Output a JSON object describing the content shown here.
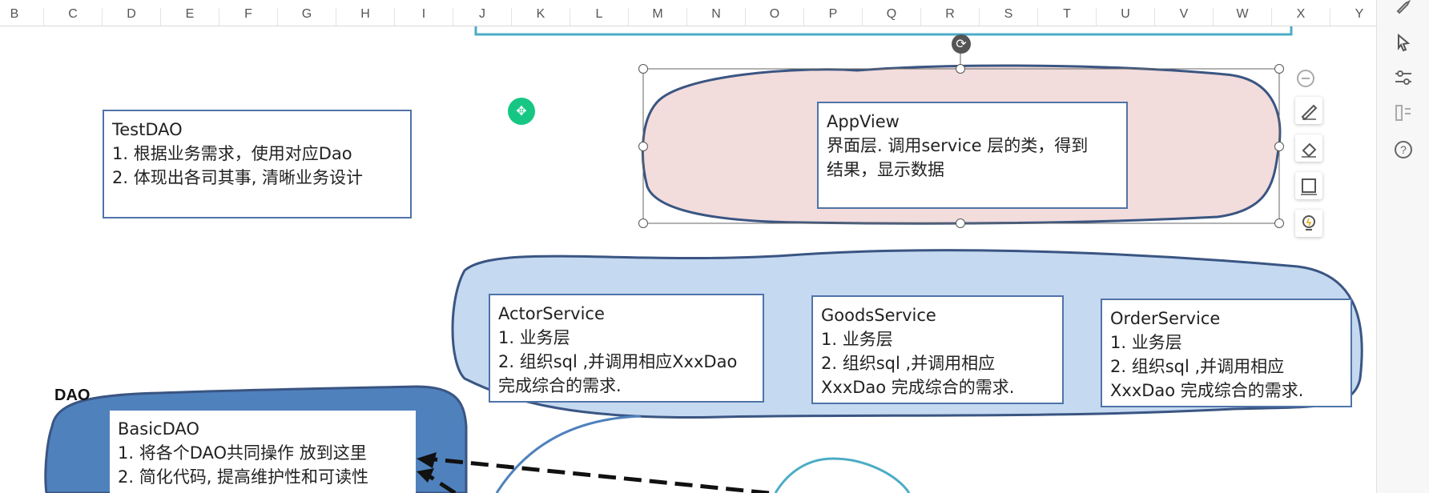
{
  "columns": [
    "B",
    "C",
    "D",
    "E",
    "F",
    "G",
    "H",
    "I",
    "J",
    "K",
    "L",
    "M",
    "N",
    "O",
    "P",
    "Q",
    "R",
    "S",
    "T",
    "U",
    "V",
    "W",
    "X",
    "Y"
  ],
  "labels": {
    "dao": "DAO"
  },
  "boxes": {
    "testdao": {
      "title": "TestDAO",
      "lines": [
        "1. 根据业务需求，使用对应Dao",
        "2. 体现出各司其事, 清晰业务设计"
      ]
    },
    "appview": {
      "title": "AppView",
      "lines": [
        "界面层. 调用service 层的类，得到",
        "结果，显示数据"
      ]
    },
    "actor": {
      "title": "ActorService",
      "lines": [
        "1. 业务层",
        "2. 组织sql ,并调用相应XxxDao",
        "完成综合的需求."
      ]
    },
    "goods": {
      "title": "GoodsService",
      "lines": [
        "1. 业务层",
        "2. 组织sql ,并调用相应",
        "XxxDao 完成综合的需求."
      ]
    },
    "order": {
      "title": "OrderService",
      "lines": [
        "1. 业务层",
        "2. 组织sql ,并调用相应",
        "XxxDao 完成综合的需求."
      ]
    },
    "basicdao": {
      "title": "BasicDAO",
      "lines": [
        "1. 将各个DAO共同操作 放到这里",
        "2.  简化代码, 提高维护性和可读性"
      ]
    }
  },
  "toolbar_icons": [
    "minus-circle-icon",
    "pen-icon",
    "eraser-icon",
    "frame-icon",
    "lightbulb-icon"
  ],
  "panel_icons": [
    "rocket-icon",
    "cursor-icon",
    "sliders-icon",
    "transform-icon",
    "help-icon"
  ],
  "colors": {
    "ui_blue": "#4f74a8",
    "pink_fill": "#f2dcdc",
    "light_blue_fill": "#c5d9f1",
    "dark_blue_fill": "#4f81bd",
    "teal": "#4bacc6"
  }
}
